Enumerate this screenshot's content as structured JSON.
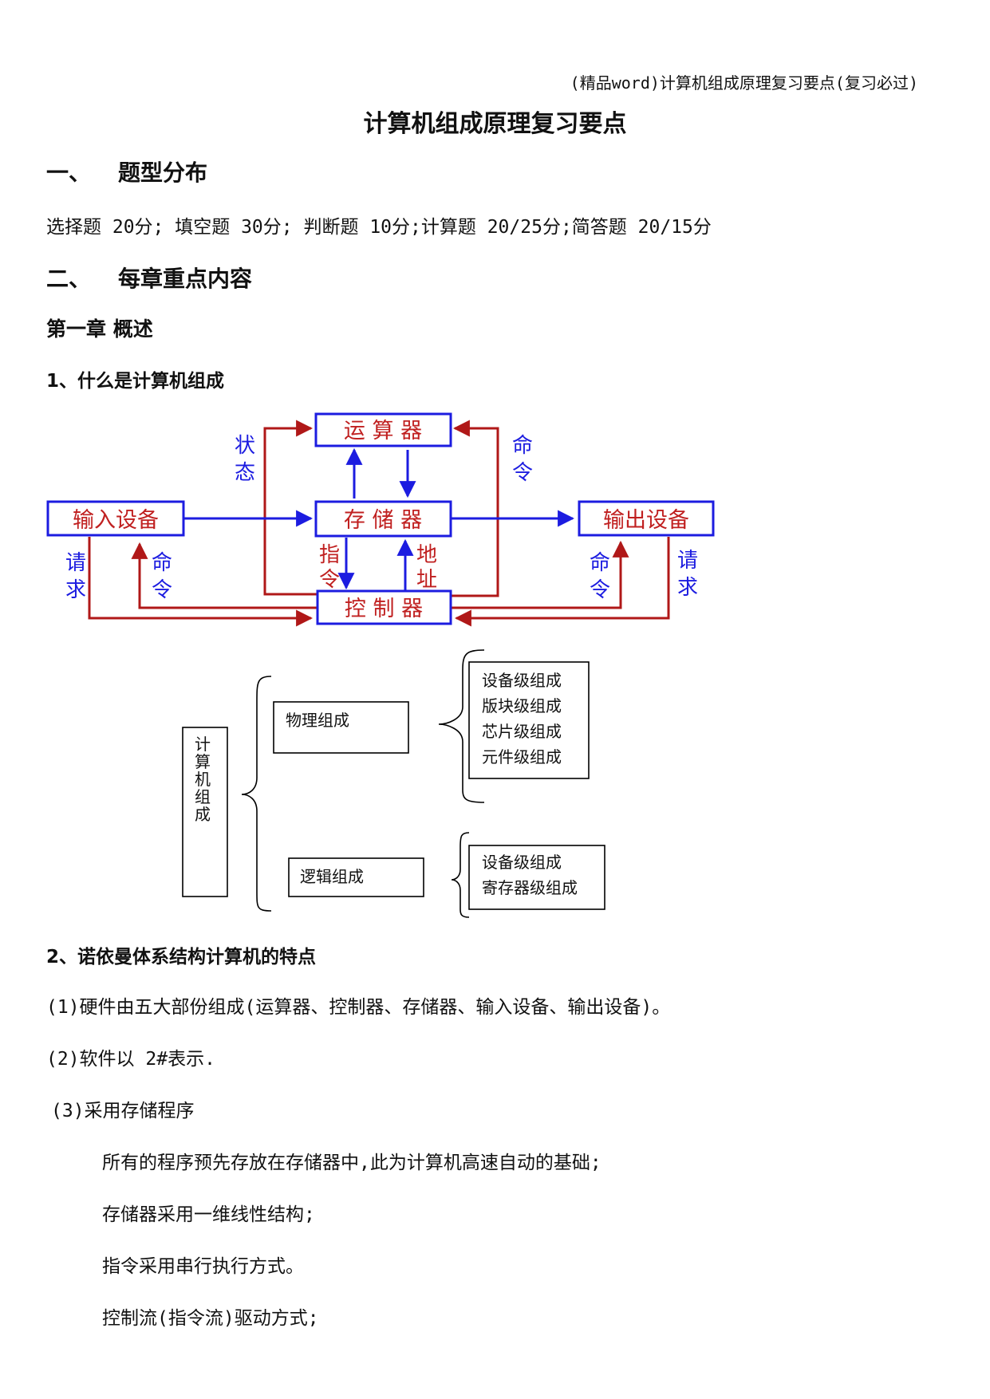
{
  "header": "(精品word)计算机组成原理复习要点(复习必过)",
  "title": "计算机组成原理复习要点",
  "sections": {
    "s1_num": "一、",
    "s1_title": "题型分布",
    "s1_text": "选择题 20分; 填空题 30分; 判断题 10分;计算题 20/25分;简答题 20/15分",
    "s2_num": "二、",
    "s2_title": "每章重点内容",
    "ch1": "第一章 概述",
    "q1": "1、什么是计算机组成",
    "q2": "2、诺依曼体系结构计算机的特点",
    "items": [
      "(1)硬件由五大部份组成(运算器、控制器、存储器、输入设备、输出设备)。",
      "(2)软件以 2#表示.",
      "(3)采用存储程序"
    ],
    "sub_items": [
      "所有的程序预先存放在存储器中,此为计算机高速自动的基础;",
      "存储器采用一维线性结构;",
      "指令采用串行执行方式。",
      "控制流(指令流)驱动方式;"
    ]
  },
  "diagram1": {
    "alu": "运  算  器",
    "memory": "存  储  器",
    "control": "控  制  器",
    "input": "输入设备",
    "output": "输出设备",
    "status": [
      "状",
      "态"
    ],
    "command_right": [
      "命",
      "令"
    ],
    "instruction": [
      "指",
      "令"
    ],
    "address": [
      "地",
      "址"
    ],
    "request_left": [
      "请",
      "求"
    ],
    "command_left": [
      "命",
      "令"
    ],
    "command_out": [
      "命",
      "令"
    ],
    "request_right": [
      "请",
      "求"
    ]
  },
  "diagram2": {
    "root": [
      "计",
      "算",
      "机",
      "组",
      "成"
    ],
    "physical": "物理组成",
    "logical": "逻辑组成",
    "physical_items": [
      "设备级组成",
      "版块级组成",
      "芯片级组成",
      "元件级组成"
    ],
    "logical_items": [
      "设备级组成",
      "寄存器级组成"
    ]
  },
  "colors": {
    "box_blue": "#1c1ce0",
    "arrow_red": "#b01818",
    "text_red": "#c02020"
  }
}
